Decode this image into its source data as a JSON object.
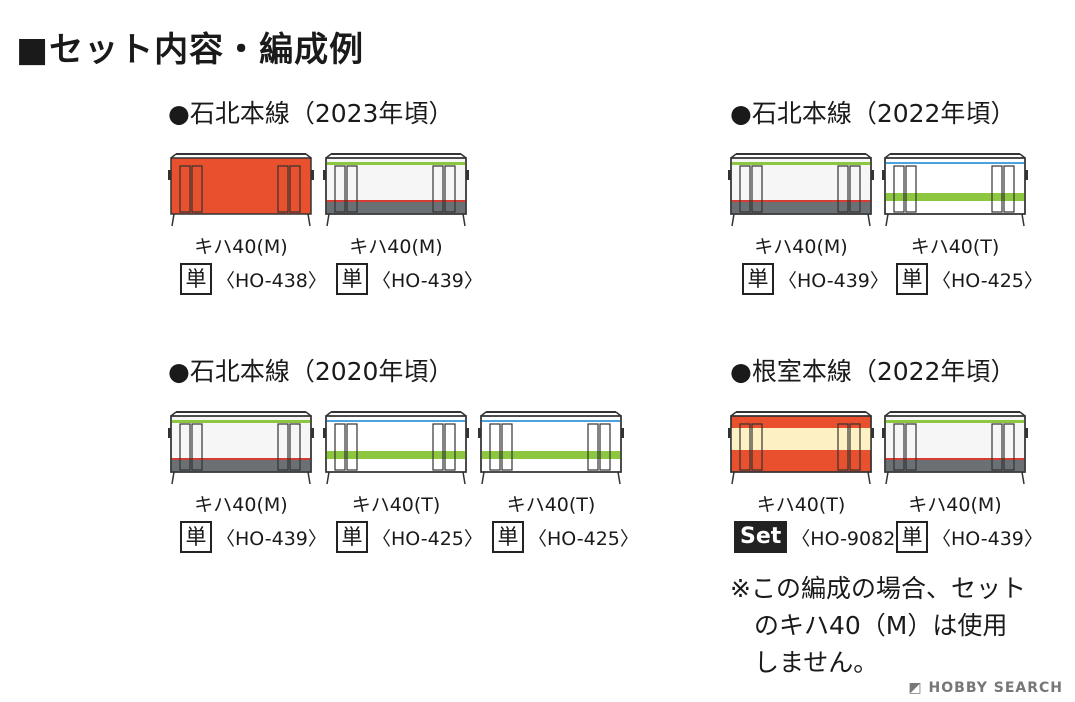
{
  "title": "■セット内容・編成例",
  "groups": [
    {
      "title": "●石北本線（2023年頃）",
      "cars": [
        {
          "name": "キハ40(M)",
          "badge": "単",
          "code": "〈HO-438〉",
          "livery": "red"
        },
        {
          "name": "キハ40(M)",
          "badge": "単",
          "code": "〈HO-439〉",
          "livery": "white-green"
        }
      ]
    },
    {
      "title": "●石北本線（2022年頃）",
      "cars": [
        {
          "name": "キハ40(M)",
          "badge": "単",
          "code": "〈HO-439〉",
          "livery": "white-green"
        },
        {
          "name": "キハ40(T)",
          "badge": "単",
          "code": "〈HO-425〉",
          "livery": "white-band"
        }
      ]
    },
    {
      "title": "●石北本線（2020年頃）",
      "cars": [
        {
          "name": "キハ40(M)",
          "badge": "単",
          "code": "〈HO-439〉",
          "livery": "white-green"
        },
        {
          "name": "キハ40(T)",
          "badge": "単",
          "code": "〈HO-425〉",
          "livery": "white-band"
        },
        {
          "name": "キハ40(T)",
          "badge": "単",
          "code": "〈HO-425〉",
          "livery": "white-band"
        }
      ]
    },
    {
      "title": "●根室本線（2022年頃）",
      "cars": [
        {
          "name": "キハ40(T)",
          "badge": "Set",
          "code": "〈HO-9082〉",
          "livery": "orange-cream"
        },
        {
          "name": "キハ40(M)",
          "badge": "単",
          "code": "〈HO-439〉",
          "livery": "white-green"
        }
      ]
    }
  ],
  "note": {
    "line1": "※この編成の場合、セット",
    "line2": "のキハ40（M）は使用",
    "line3": "しません。"
  },
  "watermark": "HOBBY SEARCH",
  "colors": {
    "red": "#e8502e",
    "green": "#8dc63f",
    "blue": "#4aa3df",
    "cream": "#fdf1c4",
    "gray": "#6b7075",
    "line": "#333333"
  }
}
